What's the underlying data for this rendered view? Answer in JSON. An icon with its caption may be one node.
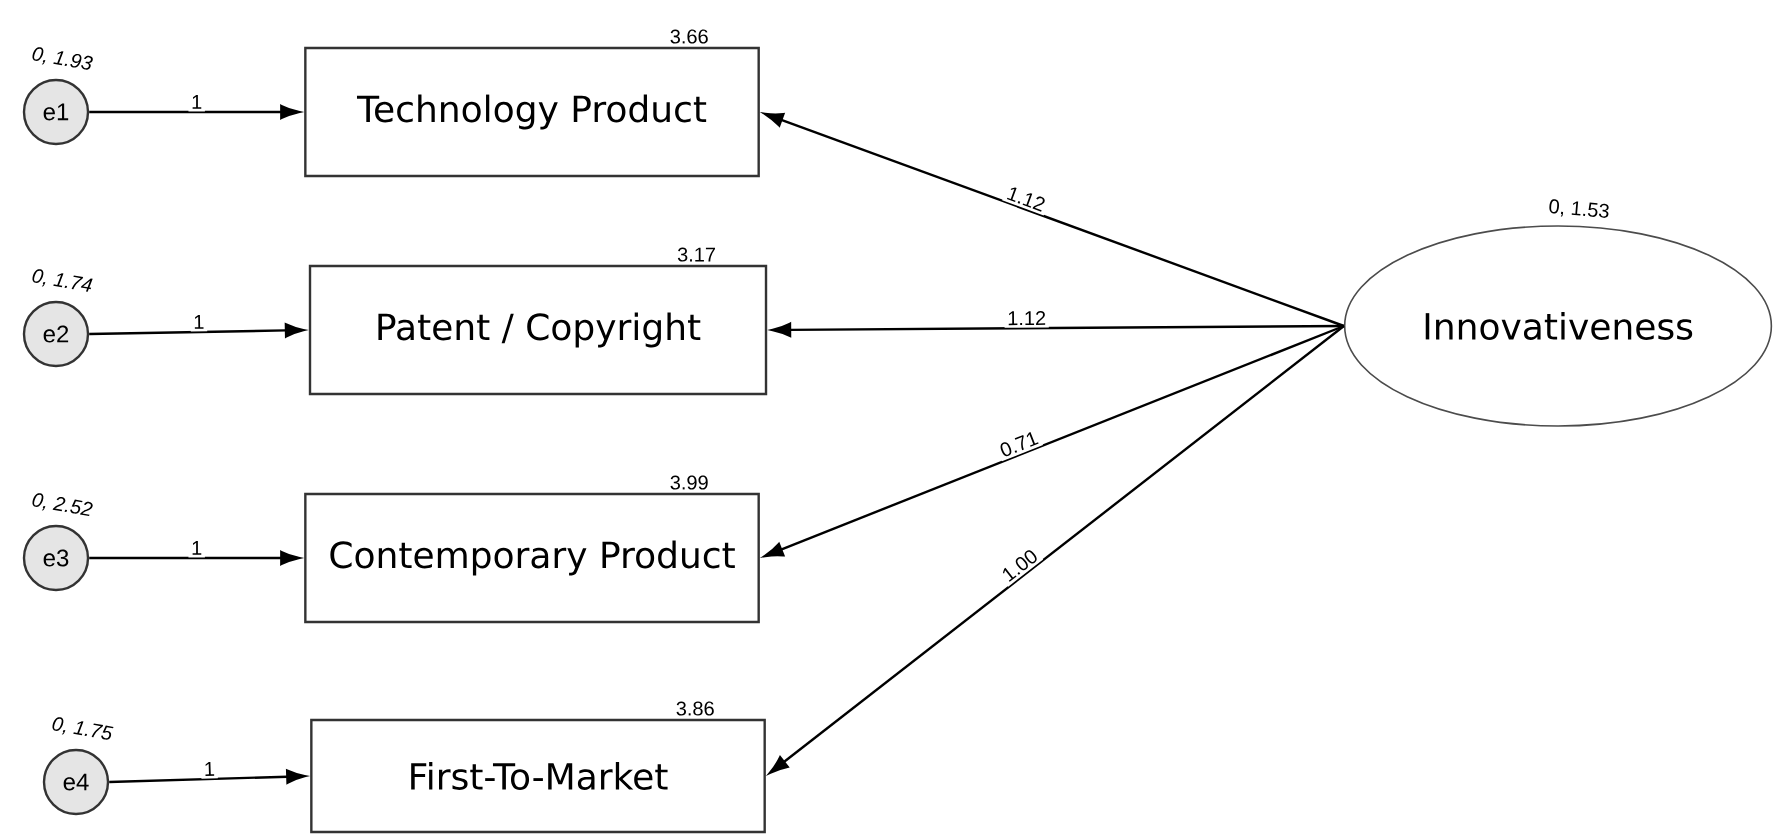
{
  "diagram": {
    "nodes": [
      {
        "text": [
          "e1"
        ],
        "beside": [
          "0, 1.93"
        ]
      },
      {
        "text": [
          "Technology Product"
        ],
        "beside": [
          "3.66"
        ]
      },
      {
        "text": [
          "e2"
        ],
        "beside": [
          "0, 1.74"
        ]
      },
      {
        "text": [
          "Patent / Copyright"
        ],
        "beside": [
          "3.17"
        ]
      },
      {
        "text": [
          "e3"
        ],
        "beside": [
          "0, 2.52"
        ]
      },
      {
        "text": [
          "Contemporary Product"
        ],
        "beside": [
          "3.99"
        ]
      },
      {
        "text": [
          "e4"
        ],
        "beside": [
          "0, 1.75"
        ]
      },
      {
        "text": [
          "First-To-Market"
        ],
        "beside": [
          "3.86"
        ]
      },
      {
        "text": [
          "Innovativeness"
        ],
        "beside": [
          "0, 1.53"
        ]
      }
    ],
    "edges": [
      {
        "from": 0,
        "to": 1,
        "arrow": "to",
        "label": "1"
      },
      {
        "from": 2,
        "to": 3,
        "arrow": "to",
        "label": "1"
      },
      {
        "from": 4,
        "to": 5,
        "arrow": "to",
        "label": "1"
      },
      {
        "from": 6,
        "to": 7,
        "arrow": "to",
        "label": "1"
      },
      {
        "from": 8,
        "to": 1,
        "arrow": "to",
        "label": "1.12"
      },
      {
        "from": 8,
        "to": 3,
        "arrow": "to",
        "label": "1.12"
      },
      {
        "from": 8,
        "to": 5,
        "arrow": "to",
        "label": "0.71"
      },
      {
        "from": 8,
        "to": 7,
        "arrow": "to",
        "label": "1.00"
      }
    ]
  }
}
